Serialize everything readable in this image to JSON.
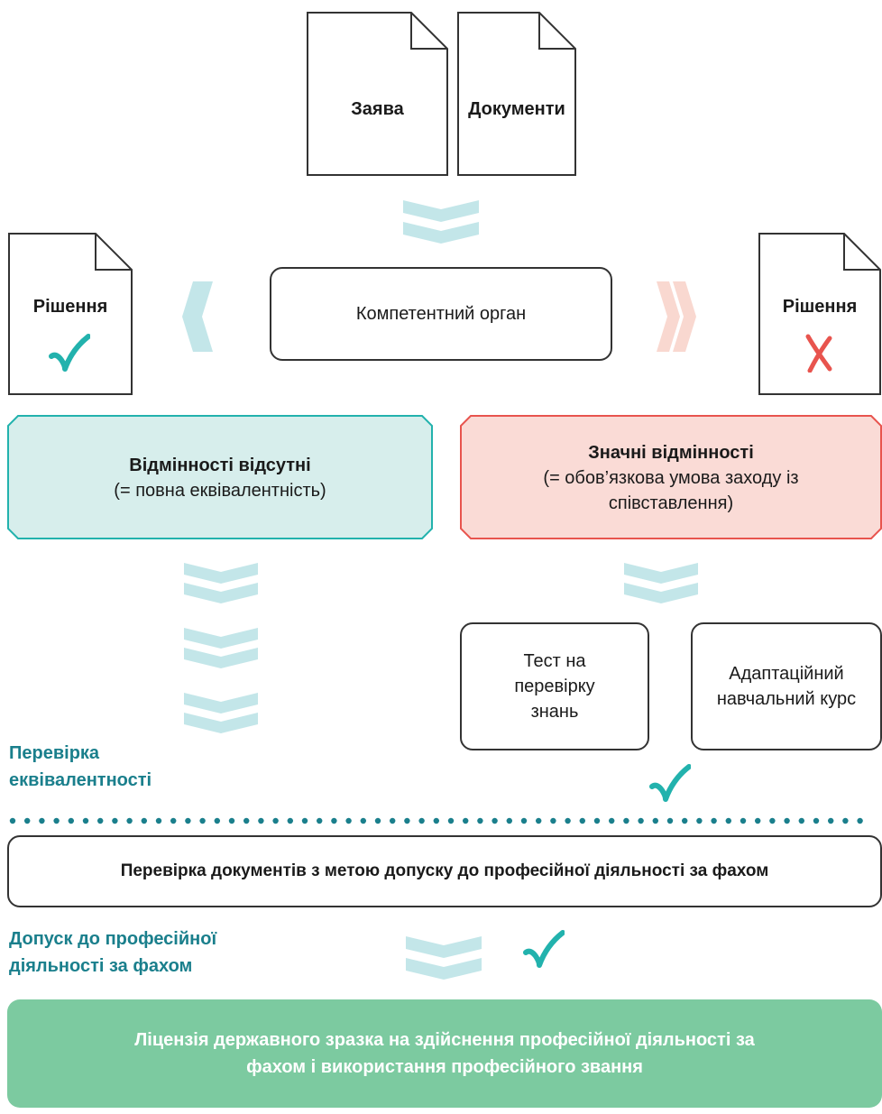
{
  "documents": {
    "application": "Заява",
    "documents": "Документи"
  },
  "decision_left": {
    "label": "Рішення",
    "mark": "✓"
  },
  "decision_right": {
    "label": "Рішення",
    "mark": "✗"
  },
  "competent_authority": "Компетентний орган",
  "no_differences": {
    "title": "Відмінності відсутні",
    "subtitle": "(= повна еквівалентність)"
  },
  "significant_differences": {
    "title": "Значні відмінності",
    "subtitle_line1": "(= обов’язкова умова заходу із",
    "subtitle_line2": "співставлення)"
  },
  "knowledge_test": {
    "line1": "Тест на",
    "line2": "перевірку",
    "line3": "знань"
  },
  "adaptation_course": {
    "line1": "Адаптаційний",
    "line2": "навчальний курс"
  },
  "equivalence_check": {
    "line1": "Перевірка",
    "line2": "еквівалентності"
  },
  "document_check": "Перевірка документів з метою допуску до професійної діяльності за фахом",
  "admission": {
    "line1": "Допуск до професійної",
    "line2": "діяльності за фахом"
  },
  "license": {
    "line1": "Ліцензія державного зразка на здійснення професійної діяльності за",
    "line2": "фахом і використання професійного звання"
  },
  "colors": {
    "teal": "#22b2ad",
    "teal_light": "#d7eeec",
    "teal_arrow": "#c3e6e9",
    "red": "#e8544e",
    "red_light": "#fadbd6",
    "red_arrow": "#f9d8d0",
    "green_banner": "#7ccaa0",
    "heading_teal": "#1a7f8c"
  }
}
